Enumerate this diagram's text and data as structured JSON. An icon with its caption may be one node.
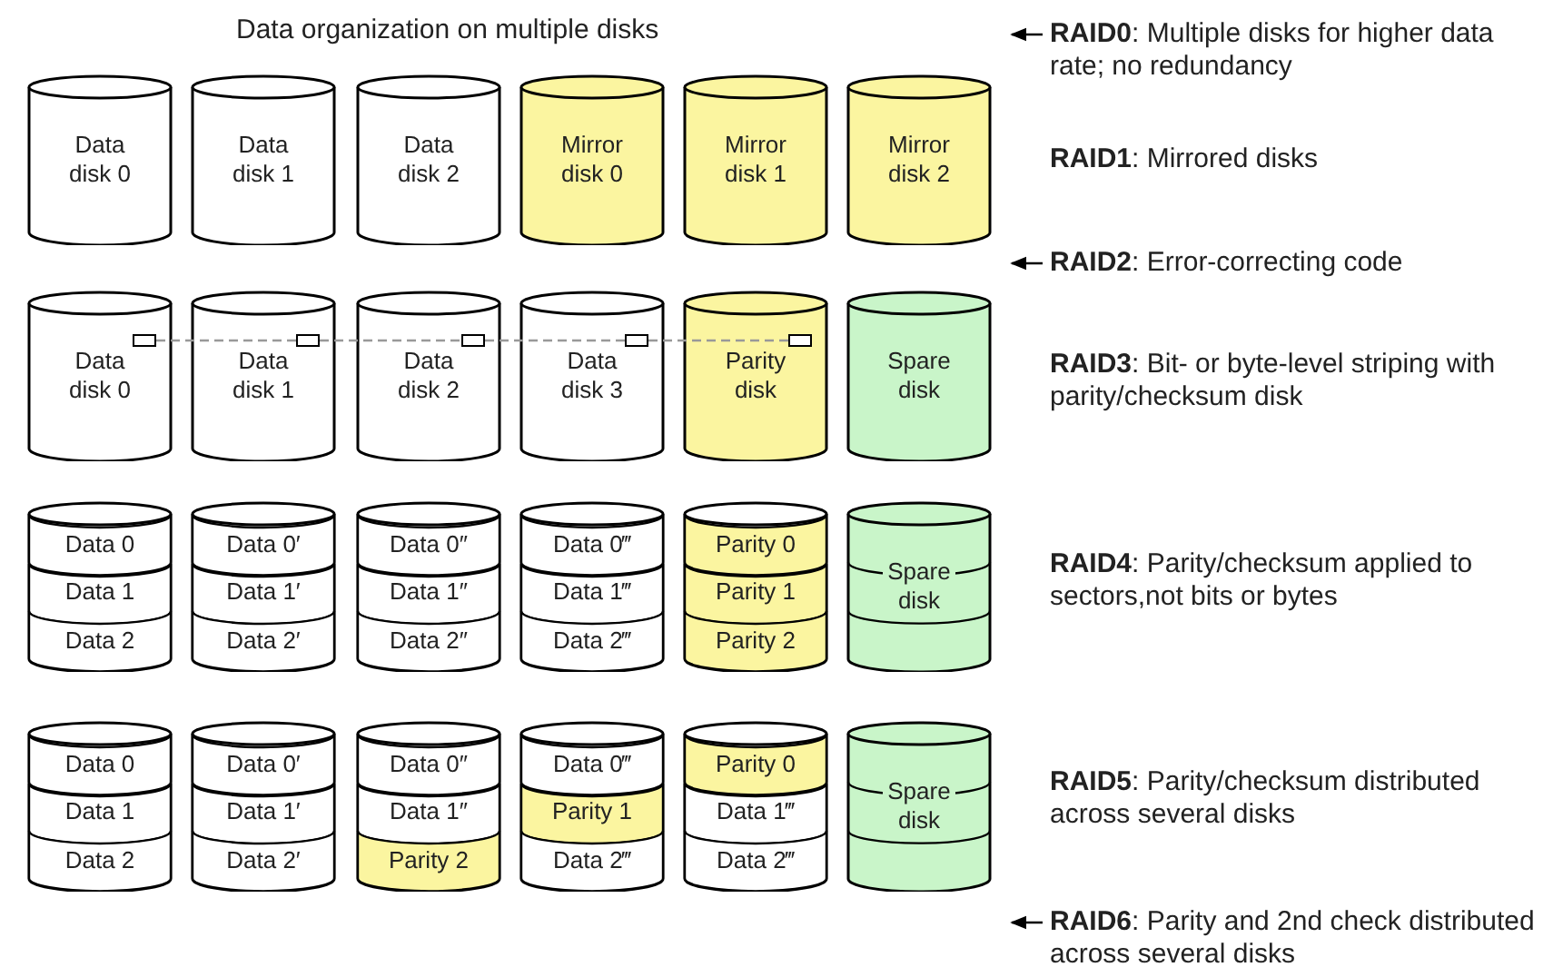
{
  "diagram": {
    "title": "Data organization on multiple disks",
    "nodes": [
      {
        "text": [
          "Data disk 0"
        ]
      },
      {
        "text": [
          "Data disk 1"
        ]
      },
      {
        "text": [
          "Data disk 2"
        ]
      },
      {
        "text": [
          "Mirror disk 0"
        ]
      },
      {
        "text": [
          "Mirror disk 1"
        ]
      },
      {
        "text": [
          "Mirror disk 2"
        ]
      },
      {
        "text": [
          "Data disk 0"
        ]
      },
      {
        "text": [],
        "shape": "box",
        "in": 6
      },
      {
        "text": [
          "Data disk 1"
        ]
      },
      {
        "text": [],
        "shape": "box",
        "in": 8
      },
      {
        "text": [
          "Data disk 2"
        ]
      },
      {
        "text": [],
        "shape": "box",
        "in": 10
      },
      {
        "text": [
          "Data disk 3"
        ]
      },
      {
        "text": [],
        "shape": "box",
        "in": 12
      },
      {
        "text": [
          "Parity disk"
        ]
      },
      {
        "text": [],
        "shape": "box",
        "in": 14
      },
      {
        "text": [
          "Spare disk"
        ]
      },
      {
        "text": [],
        "shape": "cylinder"
      },
      {
        "text": [
          "Data 0"
        ],
        "in": 17
      },
      {
        "text": [
          "Data 1"
        ],
        "in": 17
      },
      {
        "text": [
          "Data 2"
        ],
        "in": 17
      },
      {
        "text": [],
        "shape": "cylinder"
      },
      {
        "text": [
          "Data 0′"
        ],
        "in": 21
      },
      {
        "text": [
          "Data 1′"
        ],
        "in": 21
      },
      {
        "text": [
          "Data 2′"
        ],
        "in": 21
      },
      {
        "text": [],
        "shape": "cylinder"
      },
      {
        "text": [
          "Data 0″"
        ],
        "in": 25
      },
      {
        "text": [
          "Data 1″"
        ],
        "in": 25
      },
      {
        "text": [
          "Data 2″"
        ],
        "in": 25
      },
      {
        "text": [],
        "shape": "cylinder"
      },
      {
        "text": [
          "Data 0‴"
        ],
        "in": 29
      },
      {
        "text": [
          "Data 1‴"
        ],
        "in": 29
      },
      {
        "text": [
          "Data 2‴"
        ],
        "in": 29
      },
      {
        "text": [],
        "shape": "cylinder"
      },
      {
        "text": [
          "Parity 0"
        ],
        "in": 33
      },
      {
        "text": [
          "Parity 1"
        ],
        "in": 33
      },
      {
        "text": [
          "Parity 2"
        ],
        "in": 33
      },
      {
        "text": [
          "Spare disk"
        ]
      },
      {
        "text": [],
        "shape": "cylinder"
      },
      {
        "text": [
          "Data 0"
        ],
        "in": 38
      },
      {
        "text": [
          "Data 1"
        ],
        "in": 38
      },
      {
        "text": [
          "Data 2"
        ],
        "in": 38
      },
      {
        "text": [],
        "shape": "cylinder"
      },
      {
        "text": [
          "Data 0′"
        ],
        "in": 42
      },
      {
        "text": [
          "Data 1′"
        ],
        "in": 42
      },
      {
        "text": [
          "Data 2′"
        ],
        "in": 42
      },
      {
        "text": [],
        "shape": "cylinder"
      },
      {
        "text": [
          "Data 0″"
        ],
        "in": 46
      },
      {
        "text": [
          "Data 1″"
        ],
        "in": 46
      },
      {
        "text": [
          "Parity 2"
        ],
        "in": 46
      },
      {
        "text": [],
        "shape": "cylinder"
      },
      {
        "text": [
          "Data 0‴"
        ],
        "in": 50
      },
      {
        "text": [
          "Parity 1"
        ],
        "in": 50
      },
      {
        "text": [
          "Data 2‴"
        ],
        "in": 50
      },
      {
        "text": [],
        "shape": "cylinder"
      },
      {
        "text": [
          "Parity 0"
        ],
        "in": 54
      },
      {
        "text": [
          "Data 1‴"
        ],
        "in": 54
      },
      {
        "text": [
          "Data 2‴"
        ],
        "in": 54
      },
      {
        "text": [
          "Spare disk"
        ]
      },
      {
        "text": [
          "**RAID0**: Multiple disks for higher data rate; no redundancy"
        ]
      },
      {
        "text": [
          "**RAID2**: Error-correcting code"
        ]
      },
      {
        "text": [
          "**RAID6**: Parity and 2nd check distributed across several disks"
        ]
      }
    ],
    "edges": [
      {
        "from": 7,
        "to": 9,
        "arrow": "none",
        "style": "dashed",
        "color": "#999999"
      },
      {
        "from": 9,
        "to": 11,
        "arrow": "none",
        "style": "dashed",
        "color": "#999999"
      },
      {
        "from": 11,
        "to": 13,
        "arrow": "none",
        "style": "dashed",
        "color": "#999999"
      },
      {
        "from": 13,
        "to": 15,
        "arrow": "none",
        "style": "dashed",
        "color": "#999999"
      },
      {
        "from": 59,
        "to": null,
        "arrow": "to",
        "color": "#000000"
      },
      {
        "from": 60,
        "to": null,
        "arrow": "to",
        "color": "#000000"
      },
      {
        "from": 61,
        "to": null,
        "arrow": "to",
        "color": "#000000"
      }
    ],
    "labels": [
      "**RAID1**: Mirrored disks",
      "**RAID3**: Bit- or byte-level striping with parity/checksum disk",
      "**RAID4**: Parity/checksum applied to sectors,not bits or bytes",
      "**RAID5**: Parity/checksum distributed across several disks"
    ]
  }
}
